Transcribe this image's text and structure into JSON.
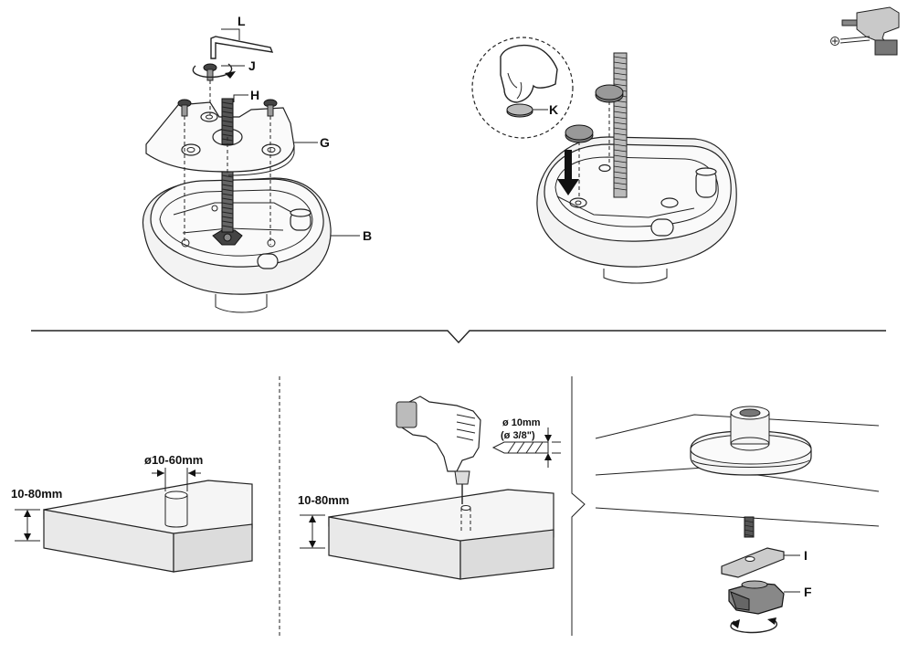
{
  "labels": {
    "L": "L",
    "J": "J",
    "H": "H",
    "G": "G",
    "B": "B",
    "K": "K",
    "I": "I",
    "F": "F"
  },
  "dimensions": {
    "hole_diameter": "ø10-60mm",
    "thickness_left": "10-80mm",
    "thickness_middle": "10-80mm",
    "drill_bit_mm": "ø 10mm",
    "drill_bit_in": "(ø 3/8\")"
  },
  "icons": {
    "tool": "cordless-drill-icon",
    "screwdriver": "phillips-screwdriver-icon",
    "rotate": "rotate-arrow-icon",
    "down_arrow": "down-arrow-icon"
  }
}
